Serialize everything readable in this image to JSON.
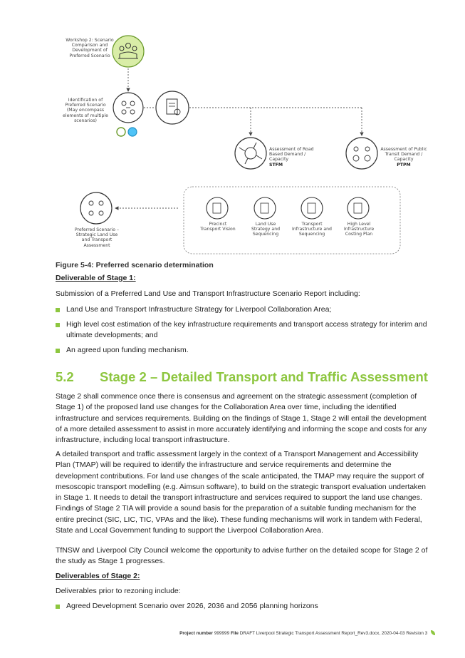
{
  "diagram": {
    "nodes": {
      "workshop": "Workshop 2: Scenario Comparison and Development of Preferred Scenario",
      "identification": "Identification of Preferred Scenario (May encompass elements of multiple scenarios)",
      "road": "Assessment of Road Based Demand / Capacity",
      "road_model": "STFM",
      "transit": "Assessment of Public Transit Demand / Capacity",
      "transit_model": "PTPM",
      "preferred": "Preferred Scenario – Strategic Land Use and Transport Assessment",
      "vision": "Precinct Transport Vision",
      "land_use": "Land Use Strategy and Sequencing",
      "infra_seq": "Transport Infrastructure and Sequencing",
      "costing": "High Level Infrastructure Costing Plan"
    },
    "colors": {
      "accent": "#8dc63f",
      "workshop_fill": "#d9eda7",
      "blue_circle": "#4fc3f7"
    }
  },
  "caption": "Figure 5-4: Preferred scenario determination",
  "stage1": {
    "heading": "Deliverable of Stage 1:",
    "intro": "Submission of a Preferred Land Use and Transport Infrastructure Scenario Report including:",
    "bullets": [
      "Land Use and Transport Infrastructure Strategy for Liverpool Collaboration Area;",
      "High level cost estimation of the key infrastructure requirements and transport access strategy for interim and ultimate developments; and",
      "An agreed upon funding mechanism."
    ]
  },
  "section": {
    "number": "5.2",
    "title": "Stage 2 – Detailed Transport and Traffic Assessment"
  },
  "paragraphs": [
    "Stage 2 shall commence once there is consensus and agreement on the strategic assessment (completion of Stage 1) of the proposed land use changes for the Collaboration Area over time, including the identified infrastructure and services requirements. Building on the findings of Stage 1, Stage 2 will entail the development of a more detailed assessment to assist in more accurately identifying and informing the scope and costs for any infrastructure, including local transport infrastructure.",
    "A detailed transport and traffic assessment largely in the context of a Transport Management and Accessibility Plan (TMAP) will be required to identify the infrastructure and service requirements and determine the development contributions. For land use changes of the scale anticipated, the TMAP may require the support of mesoscopic transport modelling (e.g. Aimsun software), to build on the strategic transport evaluation undertaken in Stage 1. It needs to detail the transport infrastructure and services required to support the land use changes. Findings of Stage 2 TIA will provide a sound basis for the preparation of a suitable funding mechanism for the entire precinct (SIC, LIC, TIC, VPAs and the like). These funding mechanisms will work in tandem with Federal, State and Local Government funding to support the Liverpool Collaboration Area.",
    "TfNSW and Liverpool City Council welcome the opportunity to advise further on the detailed scope for Stage 2 of the study as Stage 1 progresses."
  ],
  "stage2": {
    "heading": "Deliverables of Stage 2:",
    "intro": "Deliverables prior to rezoning include:",
    "bullets": [
      "Agreed Development Scenario over 2026, 2036 and 2056 planning horizons"
    ]
  },
  "footer": {
    "project_label": "Project number",
    "project_number": "999999",
    "file_label": "File",
    "file_name": "DRAFT Liverpool Strategic Transport Assessment Report_Rev3.docx, 2020-04-03",
    "revision_label": "Revision",
    "revision": "3"
  }
}
